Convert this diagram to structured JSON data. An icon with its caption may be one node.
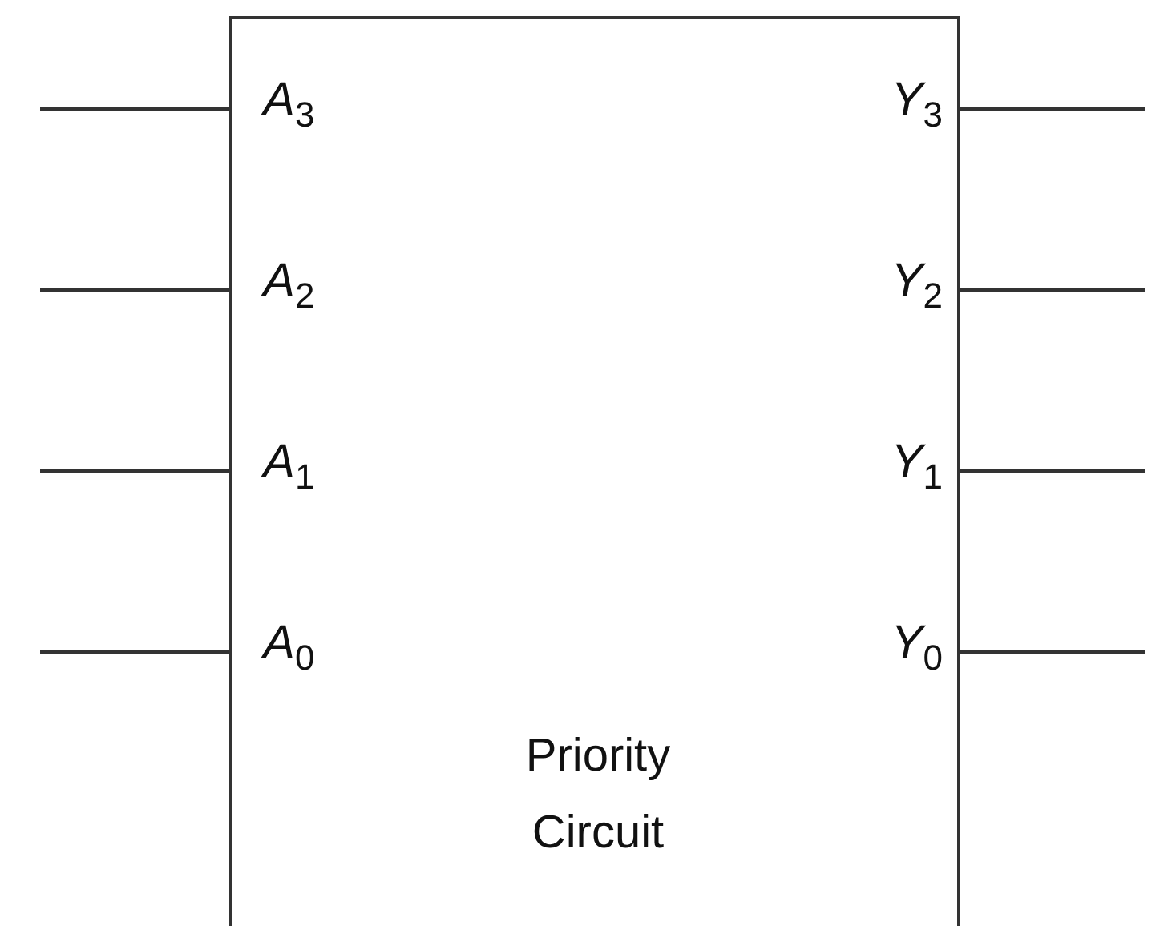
{
  "diagram": {
    "nodes": [
      {
        "text": [
          "Priority Circuit"
        ]
      }
    ],
    "labels": [
      "A$_{3}$",
      "Y$_{3}$",
      "A$_{2}$",
      "Y$_{2}$",
      "A$_{1}$",
      "Y$_{1}$",
      "A$_{0}$",
      "Y$_{0}$"
    ]
  }
}
